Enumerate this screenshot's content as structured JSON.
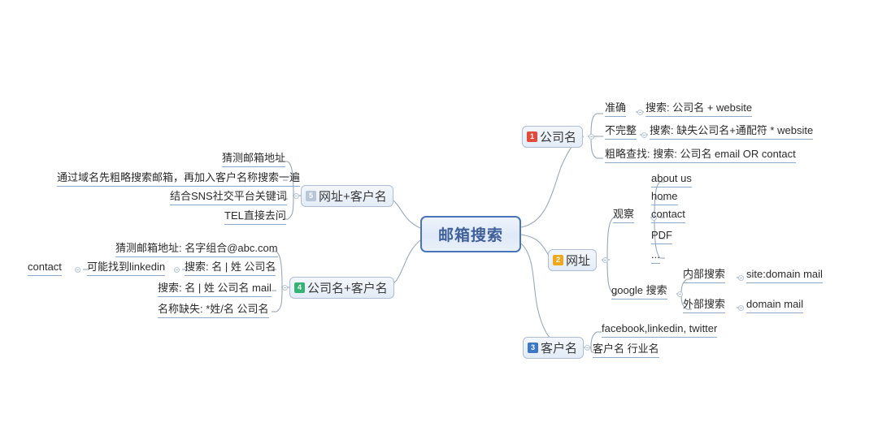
{
  "diagram": {
    "type": "mind-map",
    "title": "邮箱搜索",
    "central": {
      "label": "邮箱搜索"
    },
    "branches": [
      {
        "id": "gongsiming",
        "label": "公司名",
        "badge": "1",
        "badge_color": "#e24a3b",
        "side": "right",
        "children": [
          {
            "label": "准确",
            "children": [
              {
                "label": "搜索: 公司名 + website"
              }
            ]
          },
          {
            "label": "不完整",
            "children": [
              {
                "label": "搜索: 缺失公司名+通配符 * website"
              }
            ]
          },
          {
            "label": "粗略查找: 搜索: 公司名 email OR contact"
          }
        ]
      },
      {
        "id": "wangzhi",
        "label": "网址",
        "badge": "2",
        "badge_color": "#f0a81e",
        "side": "right",
        "children": [
          {
            "label": "观察",
            "children": [
              {
                "label": "about us"
              },
              {
                "label": "home"
              },
              {
                "label": "contact"
              },
              {
                "label": "PDF"
              },
              {
                "label": "..."
              }
            ]
          },
          {
            "label": "google 搜索",
            "children": [
              {
                "label": "内部搜索",
                "children": [
                  {
                    "label": "site:domain mail"
                  }
                ]
              },
              {
                "label": "外部搜索",
                "children": [
                  {
                    "label": "domain mail"
                  }
                ]
              }
            ]
          }
        ]
      },
      {
        "id": "kehuming",
        "label": "客户名",
        "badge": "3",
        "badge_color": "#3b76c9",
        "side": "right",
        "children": [
          {
            "label": "facebook,linkedin, twitter"
          },
          {
            "label": "客户名 行业名"
          }
        ]
      },
      {
        "id": "wangzhi-kehuming",
        "label": "网址+客户名",
        "badge": "5",
        "badge_color": "#b8c6d6",
        "side": "left",
        "children": [
          {
            "label": "猜测邮箱地址"
          },
          {
            "label": "通过域名先粗略搜索邮箱，再加入客户名称搜索一遍"
          },
          {
            "label": "结合SNS社交平台关键词"
          },
          {
            "label": "TEL直接去问"
          }
        ]
      },
      {
        "id": "gongsiming-kehuming",
        "label": "公司名+客户名",
        "badge": "4",
        "badge_color": "#36b374",
        "side": "left",
        "children": [
          {
            "label": "猜测邮箱地址: 名字组合@abc.com"
          },
          {
            "label": "搜索: 名 | 姓 公司名",
            "children": [
              {
                "label": "可能找到linkedin",
                "children": [
                  {
                    "label": "contact"
                  }
                ]
              }
            ]
          },
          {
            "label": "搜索:  名 | 姓 公司名 mail"
          },
          {
            "label": "名称缺失: *姓/名 公司名"
          }
        ]
      }
    ],
    "nodes": {
      "zhunque": "准确",
      "zhunque_sub": "搜索: 公司名 + website",
      "buwanzheng": "不完整",
      "buwanzheng_sub": "搜索: 缺失公司名+通配符 * website",
      "culue": "粗略查找: 搜索: 公司名 email OR contact",
      "guancha": "观察",
      "about_us": "about us",
      "home": "home",
      "contact": "contact",
      "pdf": "PDF",
      "ellipsis": "...",
      "google_sousuo": "google 搜索",
      "neibu": "内部搜索",
      "neibu_sub": "site:domain mail",
      "waibu": "外部搜索",
      "waibu_sub": "domain mail",
      "social": "facebook,linkedin, twitter",
      "kehu_hangye": "客户名 行业名",
      "caice_youxiang": "猜测邮箱地址",
      "yuming": "通过域名先粗略搜索邮箱，再加入客户名称搜索一遍",
      "sns": "结合SNS社交平台关键词",
      "tel": "TEL直接去问",
      "caice_zuhe": "猜测邮箱地址: 名字组合@abc.com",
      "contact_left": "contact",
      "linkedin": "可能找到linkedin",
      "sousuo_ming_xing": "搜索: 名 | 姓 公司名",
      "sousuo_mail": "搜索:  名 | 姓 公司名 mail",
      "mingcheng_queshi": "名称缺失: *姓/名 公司名"
    },
    "branch_labels": {
      "gongsiming": "公司名",
      "wangzhi": "网址",
      "kehuming": "客户名",
      "wangzhi_kehuming": "网址+客户名",
      "gongsiming_kehuming": "公司名+客户名"
    },
    "badges": {
      "gongsiming": "1",
      "wangzhi": "2",
      "kehuming": "3",
      "gongsiming_kehuming": "4",
      "wangzhi_kehuming": "5"
    },
    "colors": {
      "central_border": "#4a74b8",
      "central_text": "#3f6099",
      "node_border": "#aebdd4",
      "underline": "#8fa9c9",
      "connector": "#9aa7b4",
      "badge_red": "#e24a3b",
      "badge_orange": "#f0a81e",
      "badge_blue": "#3b76c9",
      "badge_green": "#36b374",
      "badge_gray": "#b8c6d6"
    }
  }
}
